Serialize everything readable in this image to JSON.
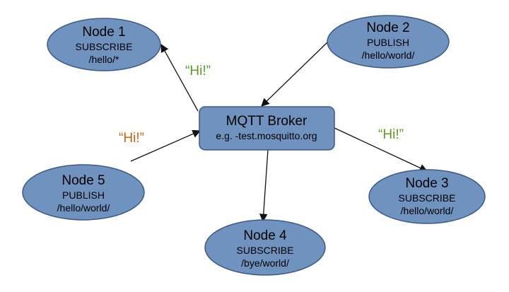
{
  "colors": {
    "node_fill": "#7092be",
    "node_stroke": "#3b5a86",
    "arrow": "#111111",
    "message_green": "#5d9b1e",
    "message_orange": "#c8620f"
  },
  "broker": {
    "title": "MQTT Broker",
    "host": "e.g. -test.mosquitto.org"
  },
  "nodes": [
    {
      "name": "Node 1",
      "action": "SUBSCRIBE",
      "topic": "/hello/*"
    },
    {
      "name": "Node 2",
      "action": "PUBLISH",
      "topic": "/hello/world/"
    },
    {
      "name": "Node 3",
      "action": "SUBSCRIBE",
      "topic": "/hello/world/"
    },
    {
      "name": "Node 4",
      "action": "SUBSCRIBE",
      "topic": "/bye/world/"
    },
    {
      "name": "Node 5",
      "action": "PUBLISH",
      "topic": "/hello/world/"
    }
  ],
  "messages": [
    {
      "text": "“Hi!”",
      "color": "green",
      "edge": "broker-to-node-1"
    },
    {
      "text": "“Hi!”",
      "color": "orange",
      "edge": "node-5-to-broker"
    },
    {
      "text": "“Hi!”",
      "color": "green",
      "edge": "broker-to-node-3"
    }
  ]
}
